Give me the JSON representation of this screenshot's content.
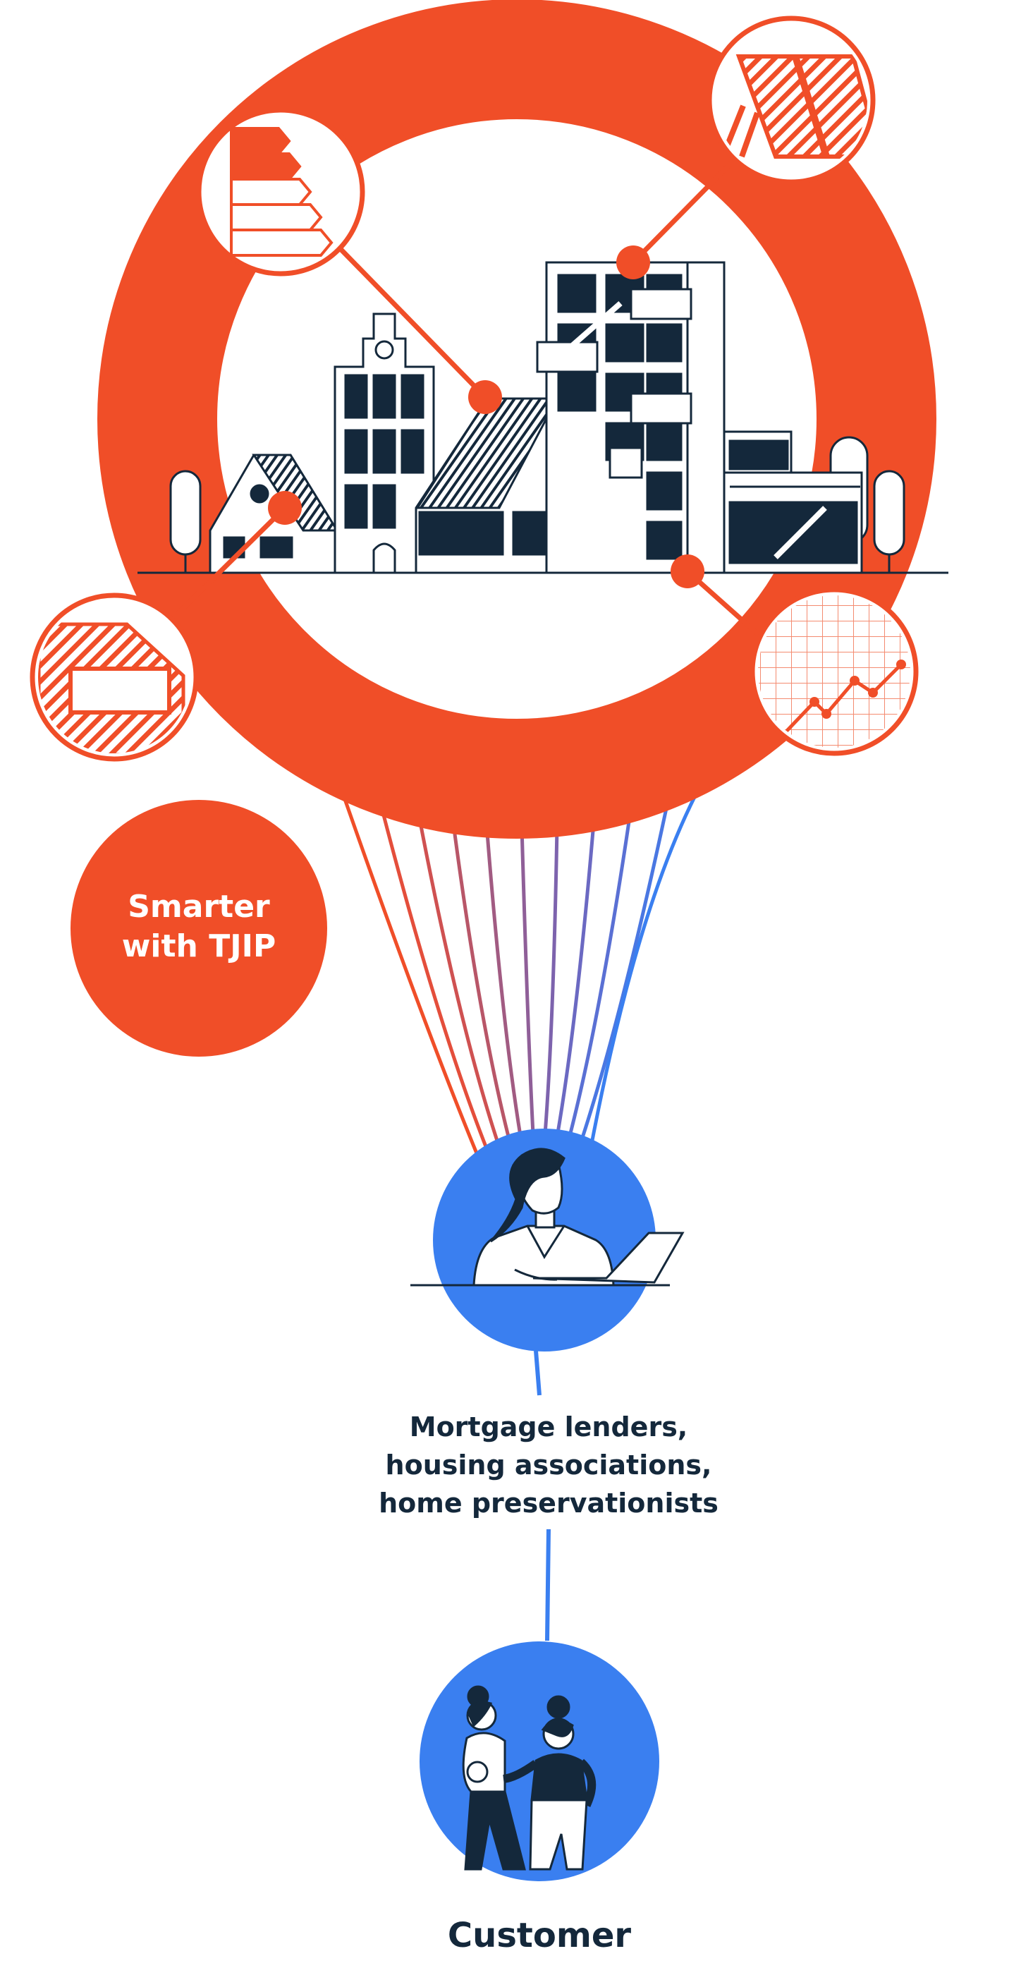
{
  "colors": {
    "accent_orange": "#f04e28",
    "accent_blue": "#3a7ff0",
    "navy": "#14283b",
    "white": "#ffffff"
  },
  "hub": {
    "label_line1": "Smarter",
    "label_line2": "with TJIP"
  },
  "professionals": {
    "label_line1": "Mortgage lenders,",
    "label_line2": "housing associations,",
    "label_line3": "home preservationists"
  },
  "customer": {
    "label": "Customer"
  },
  "icons": {
    "top_left": "energy-label-icon",
    "top_right": "solar-panel-icon",
    "left": "insulation-icon",
    "right": "growth-chart-icon",
    "professional": "professional-at-laptop-icon",
    "customer": "customers-icon"
  }
}
